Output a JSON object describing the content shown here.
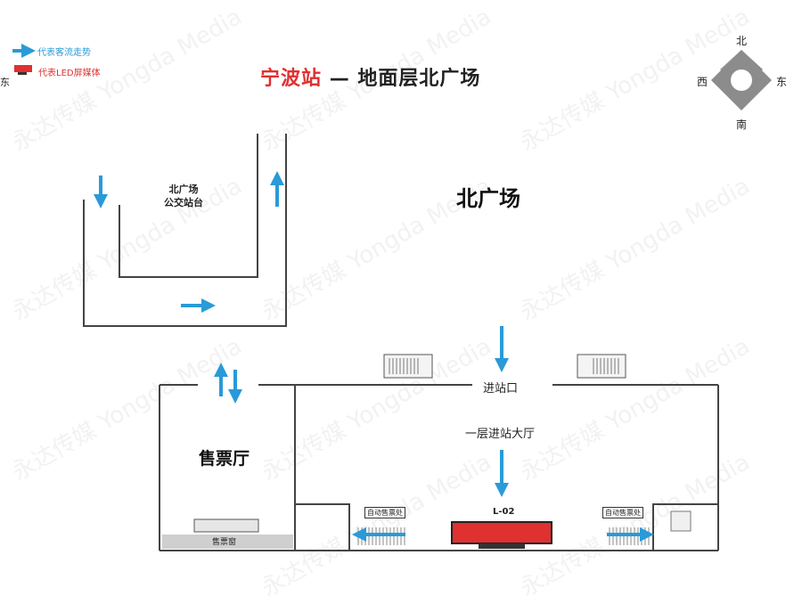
{
  "title": {
    "station": "宁波站",
    "dash": "—",
    "subtitle": "地面层北广场"
  },
  "legend": {
    "flow_label": "代表客流走势",
    "led_label": "代表LED屏媒体",
    "cut_text": "东"
  },
  "compass": {
    "north": "北",
    "south": "南",
    "east": "东",
    "west": "西"
  },
  "areas": {
    "plaza": "北广场",
    "bus_stop_line1": "北广场",
    "bus_stop_line2": "公交站台",
    "entrance": "进站口",
    "hall": "一层进站大厅",
    "ticket_hall": "售票厅",
    "ticket_counter": "售票窗",
    "vending_left": "自动售票处",
    "vending_right": "自动售票处",
    "led_code": "L-02"
  },
  "watermark": {
    "cn": "永达传媒",
    "en": "Yongda Media"
  },
  "colors": {
    "accent_red": "#e03030",
    "flow_blue": "#2a9ad8",
    "line": "#444444"
  },
  "icons": {
    "flow_arrow": "flow-arrow-icon",
    "led_screen": "led-screen-icon",
    "compass": "compass-icon"
  }
}
